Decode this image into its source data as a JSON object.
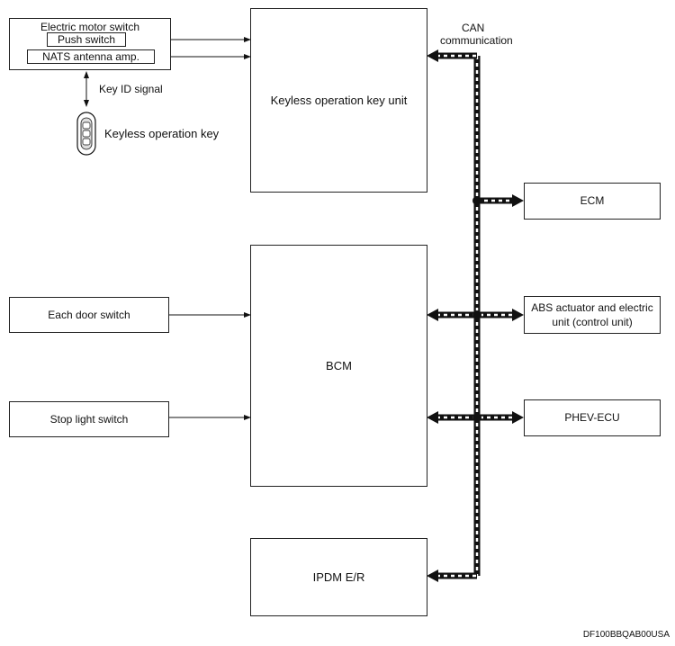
{
  "diagram": {
    "motor_switch": {
      "title": "Electric motor switch",
      "push_switch": "Push switch",
      "nats_amp": "NATS antenna amp."
    },
    "key_id_signal": "Key ID signal",
    "keyless_key": "Keyless operation key",
    "keyless_unit": "Keyless operation key unit",
    "can_label_1": "CAN",
    "can_label_2": "communication",
    "ecm": "ECM",
    "abs": "ABS actuator and electric unit (control unit)",
    "phev": "PHEV-ECU",
    "bcm": "BCM",
    "door_switch": "Each door switch",
    "stop_light_switch": "Stop light switch",
    "ipdm": "IPDM E/R",
    "figure_code": "DF100BBQAB00USA"
  }
}
